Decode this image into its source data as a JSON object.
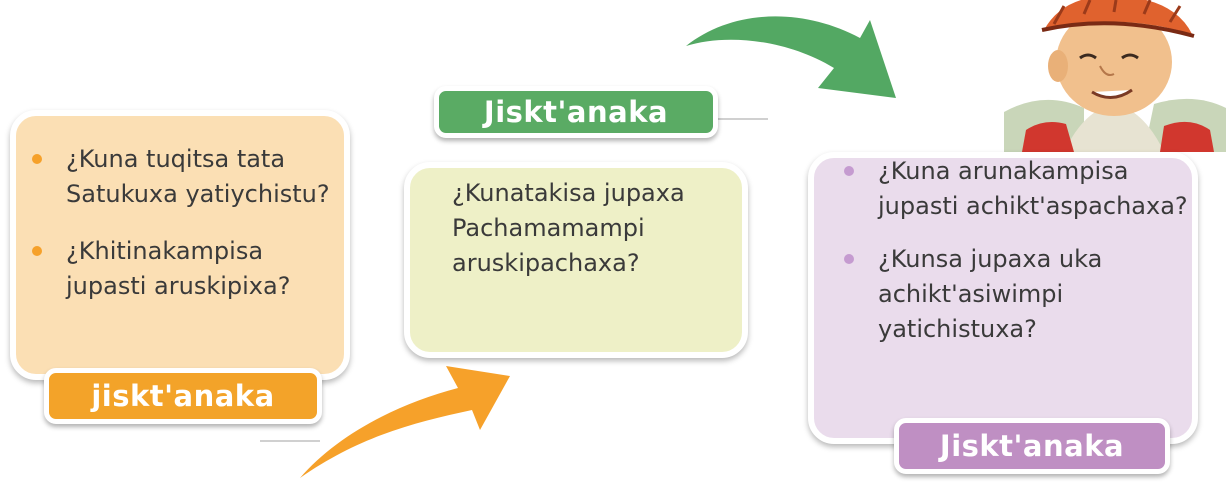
{
  "cards": {
    "left": {
      "items": [
        "¿Kuna tuqitsa tata Satukuxa yatiychistu?",
        "¿Khitinakampisa jupasti aruskipixa?"
      ],
      "tag": "jiskt'anaka",
      "colors": {
        "bg": "#fbdfb4",
        "tag": "#f3a329",
        "bullet": "#f6a12a"
      }
    },
    "middle": {
      "text": "¿Kunatakisa jupaxa Pachamamampi aruskipachaxa?",
      "tag": "Jiskt'anaka",
      "colors": {
        "bg": "#eef0c7",
        "tag": "#5aab64"
      }
    },
    "right": {
      "items": [
        "¿Kuna arunakampisa jupasti achikt'aspachaxa?",
        "¿Kunsa jupaxa uka achikt'asiwimpi yatichistuxa?"
      ],
      "tag": "Jiskt'anaka",
      "colors": {
        "bg": "#eadcec",
        "tag": "#bf8fc3",
        "bullet": "#c59bd0"
      }
    }
  },
  "icons": [
    "orange-curved-arrow-icon",
    "green-curved-arrow-icon",
    "boy-illustration"
  ]
}
